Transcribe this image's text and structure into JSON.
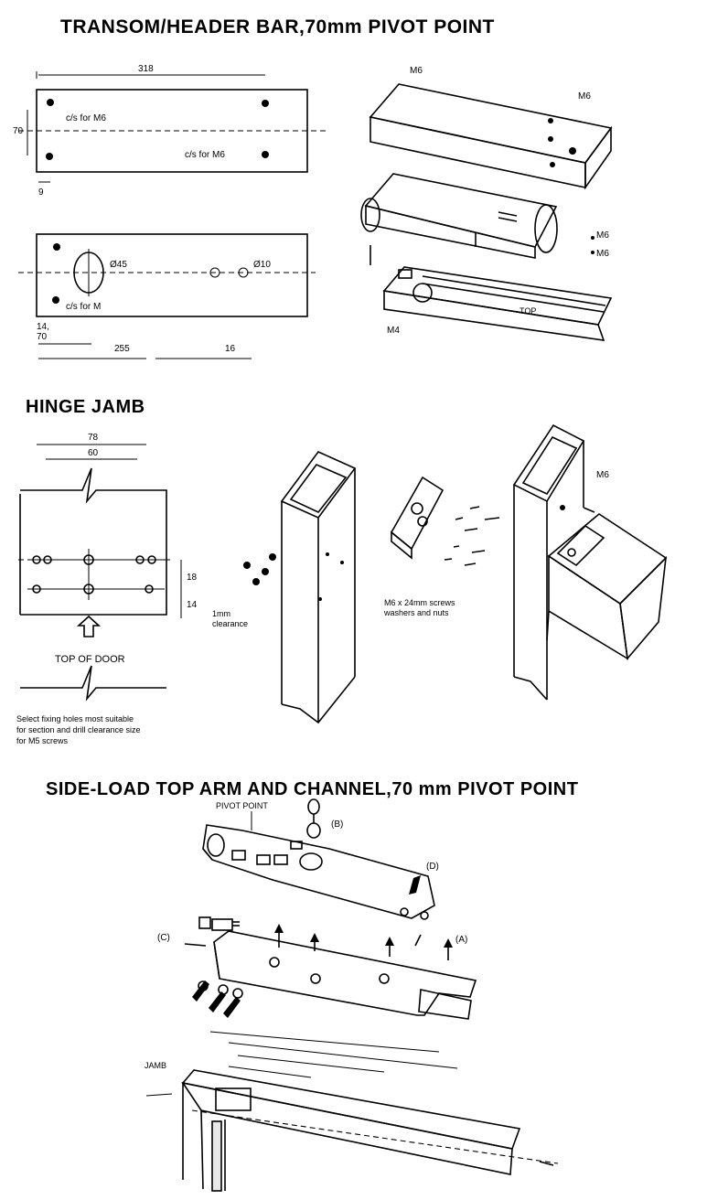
{
  "headings": {
    "transom": "TRANSOM/HEADER BAR,70mm PIVOT POINT",
    "hinge": "HINGE JAMB",
    "sideload": "SIDE-LOAD TOP ARM AND CHANNEL,70 mm PIVOT POINT"
  },
  "transom": {
    "dim_318": "318",
    "dim_70": "70",
    "dim_9": "9",
    "cs_m6_a": "c/s for M6",
    "cs_m6_b": "c/s for M6",
    "dia_45": "Ø45",
    "dia_10": "Ø10",
    "cs_m": "c/s for M",
    "dim_14_70": "14,\n70",
    "dim_255": "255",
    "dim_16": "16",
    "m6_a": "M6",
    "m6_b": "M6",
    "m4": "M4",
    "m6_side_a": "M6",
    "m6_side_b": "M6",
    "label_top": "TOP"
  },
  "hinge": {
    "dim_78": "78",
    "dim_60": "60",
    "dim_18": "18",
    "dim_14": "14",
    "top_of_door": "TOP OF DOOR",
    "note": "Select fixing holes most suitable\nfor section and drill clearance size\nfor M5 screws",
    "clearance": "1mm\nclearance",
    "screws": "M6 x 24mm screws\nwashers and nuts",
    "m6": "M6"
  },
  "sideload": {
    "pivot": "PIVOT POINT",
    "B": "(B)",
    "D": "(D)",
    "C": "(C)",
    "A": "(A)",
    "jamb": "JAMB"
  }
}
